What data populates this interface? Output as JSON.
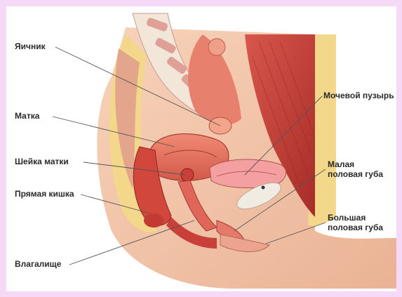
{
  "labels": {
    "ovary": "Яичник",
    "uterus": "Матка",
    "cervix": "Шейка матки",
    "rectum": "Прямая кишка",
    "vagina": "Влагалище",
    "bladder": "Мочевой пузырь",
    "labia_minora_1": "Малая",
    "labia_minora_2": "половая губа",
    "labia_majora_1": "Большая",
    "labia_majora_2": "половая губа"
  },
  "colors": {
    "frame": "#f6d9f6",
    "skin": "#f4c6a8",
    "fat": "#f3d78a",
    "muscle": "#c9403a",
    "organ": "#e06a5a",
    "bone": "#f1e6d8"
  }
}
